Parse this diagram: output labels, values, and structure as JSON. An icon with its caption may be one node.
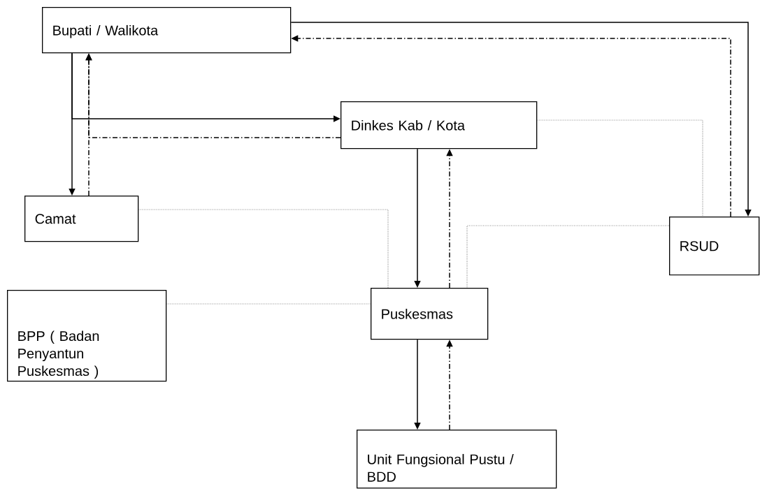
{
  "diagram": {
    "nodes": [
      {
        "text": [
          "Bupati / Walikota"
        ]
      },
      {
        "text": [
          "Dinkes Kab / Kota"
        ]
      },
      {
        "text": [
          "Camat"
        ]
      },
      {
        "text": [
          "RSUD"
        ]
      },
      {
        "text": [
          "BPP ( Badan Penyantun Puskesmas )"
        ]
      },
      {
        "text": [
          "Puskesmas"
        ]
      },
      {
        "text": [
          "Unit Fungsional Pustu / BDD"
        ]
      }
    ],
    "edges": [
      {
        "from": 0,
        "to": 2,
        "arrow": "to"
      },
      {
        "from": 2,
        "to": 0,
        "arrow": "to",
        "style": "dashed"
      },
      {
        "from": 0,
        "to": 1,
        "arrow": "to"
      },
      {
        "from": 1,
        "to": 0,
        "arrow": "to",
        "style": "dashed"
      },
      {
        "from": 0,
        "to": 3,
        "arrow": "to"
      },
      {
        "from": 3,
        "to": 0,
        "arrow": "to",
        "style": "dashed"
      },
      {
        "from": 1,
        "to": 5,
        "arrow": "to"
      },
      {
        "from": 5,
        "to": 1,
        "arrow": "to",
        "style": "dashed"
      },
      {
        "from": 5,
        "to": 6,
        "arrow": "to"
      },
      {
        "from": 6,
        "to": 5,
        "arrow": "to",
        "style": "dashed"
      },
      {
        "from": 1,
        "to": 3,
        "arrow": "none",
        "style": "dashed",
        "color": "#8a8a8a"
      },
      {
        "from": 2,
        "to": 5,
        "arrow": "none",
        "style": "dashed",
        "color": "#8a8a8a"
      },
      {
        "from": 3,
        "to": 5,
        "arrow": "none",
        "style": "dashed",
        "color": "#8a8a8a"
      },
      {
        "from": 4,
        "to": 5,
        "arrow": "none",
        "style": "dashed",
        "color": "#8a8a8a"
      }
    ]
  }
}
